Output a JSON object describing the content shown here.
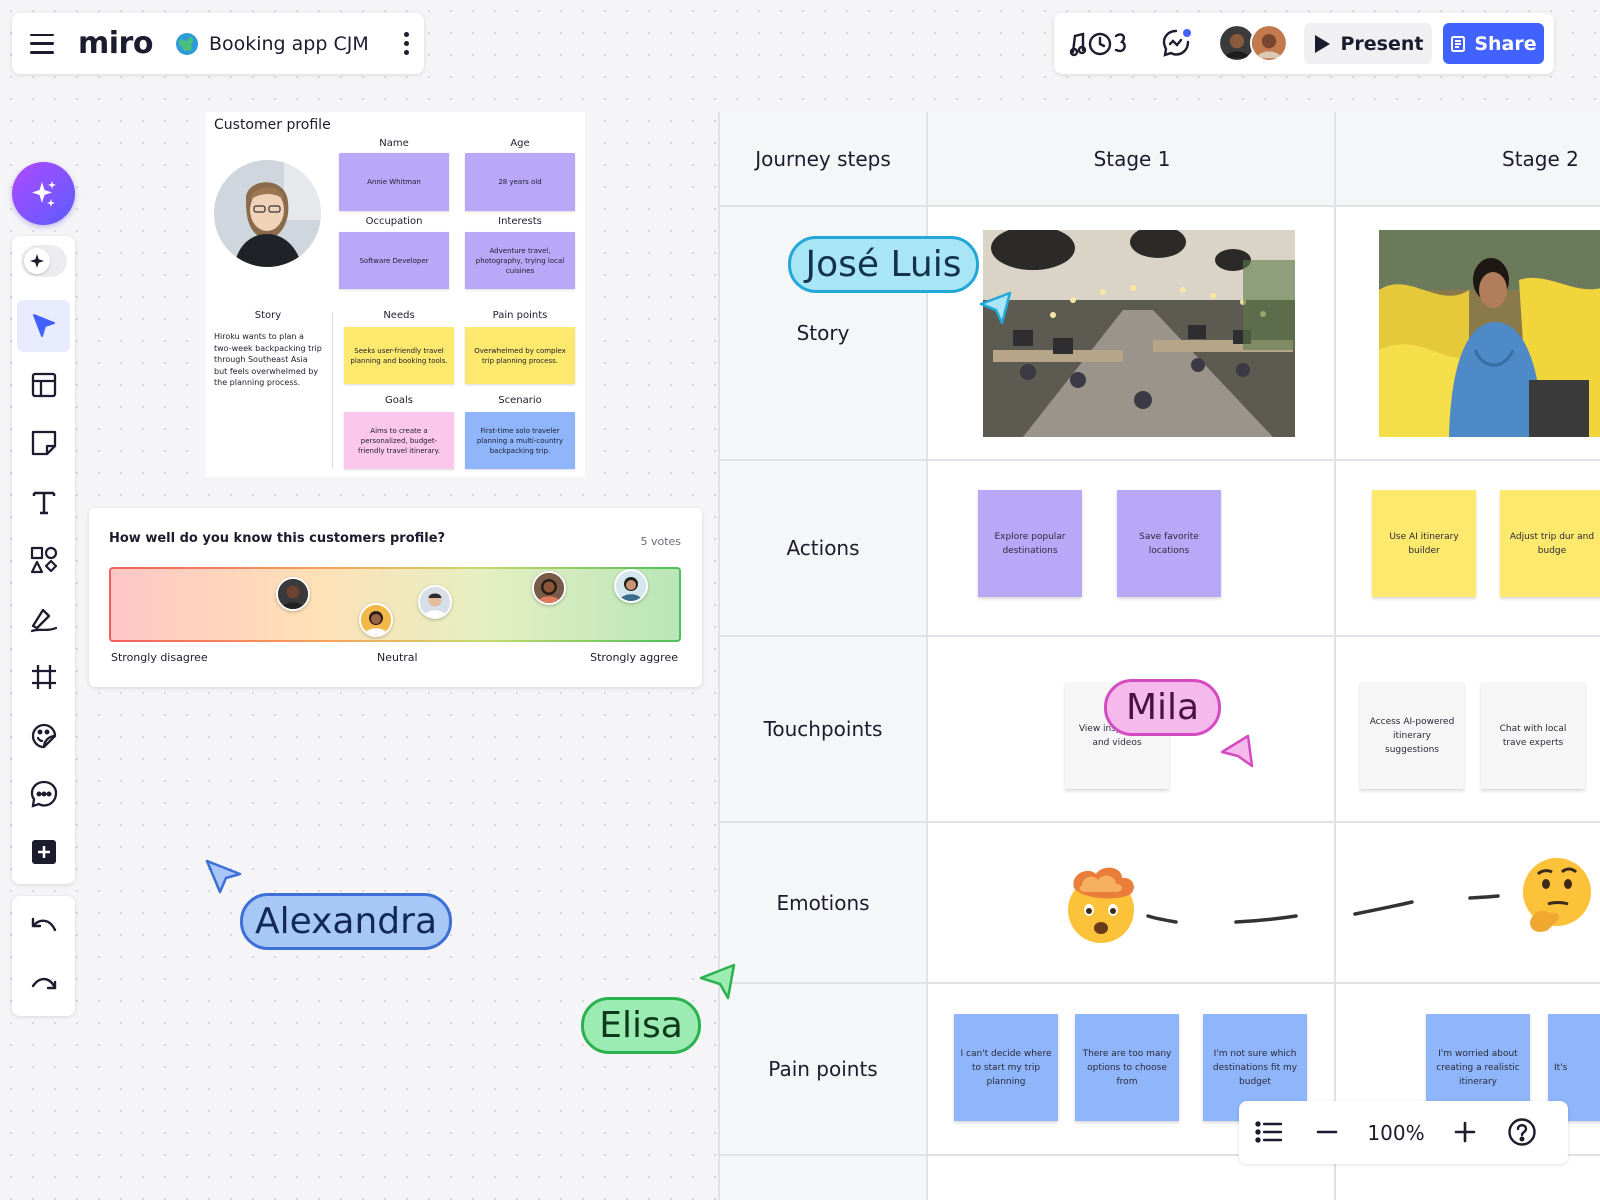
{
  "header": {
    "logo": "miro",
    "board_title": "Booking app CJM"
  },
  "topbar": {
    "present_label": "Present",
    "share_label": "Share"
  },
  "profile": {
    "title": "Customer profile",
    "name_label": "Name",
    "name_value": "Annie Whitman",
    "age_label": "Age",
    "age_value": "28 years old",
    "occupation_label": "Occupation",
    "occupation_value": "Software Developer",
    "interests_label": "Interests",
    "interests_value": "Adventure travel, photography, trying local cuisines",
    "story_label": "Story",
    "story_text": "Hiroku wants to plan a two-week backpacking trip through Southeast Asia but feels overwhelmed by the planning process.",
    "needs_label": "Needs",
    "needs_value": "Seeks user-friendly travel planning and booking tools.",
    "painpoints_label": "Pain points",
    "painpoints_value": "Overwhelmed by complex trip planning process.",
    "goals_label": "Goals",
    "goals_value": "Aims to create a personalized, budget-friendly travel itinerary.",
    "scenario_label": "Scenario",
    "scenario_value": "First-time solo traveler planning a multi-country backpacking trip."
  },
  "poll": {
    "question": "How well do you know this customers profile?",
    "votes": "5 votes",
    "left_label": "Strongly disagree",
    "mid_label": "Neutral",
    "right_label": "Strongly aggree"
  },
  "journey": {
    "corner": "Journey steps",
    "stages": [
      "Stage 1",
      "Stage 2"
    ],
    "rows": [
      "Story",
      "Actions",
      "Touchpoints",
      "Emotions",
      "Pain points"
    ],
    "actions": [
      "Explore popular destinations",
      "Save favorite locations",
      "Use AI itinerary builder",
      "Adjust trip dur and budge"
    ],
    "touchpoints": [
      "View insp photos and videos",
      "Access AI-powered itinerary suggestions",
      "Chat with local trave experts"
    ],
    "painpoints": [
      "I can't decide where to start my trip planning",
      "There are too many options to choose from",
      "I'm not sure which destinations fit my budget",
      "I'm worried about creating a realistic itinerary",
      "It's"
    ]
  },
  "cursors": {
    "jose": "José Luis",
    "mila": "Mila",
    "alexandra": "Alexandra",
    "elisa": "Elisa"
  },
  "zoom": {
    "level": "100%"
  },
  "colors": {
    "accent": "#4262ff",
    "note_purple": "#b9a8f7",
    "note_yellow": "#fde96e",
    "note_pink": "#fbc7ec",
    "note_blue": "#8fb5fb"
  }
}
